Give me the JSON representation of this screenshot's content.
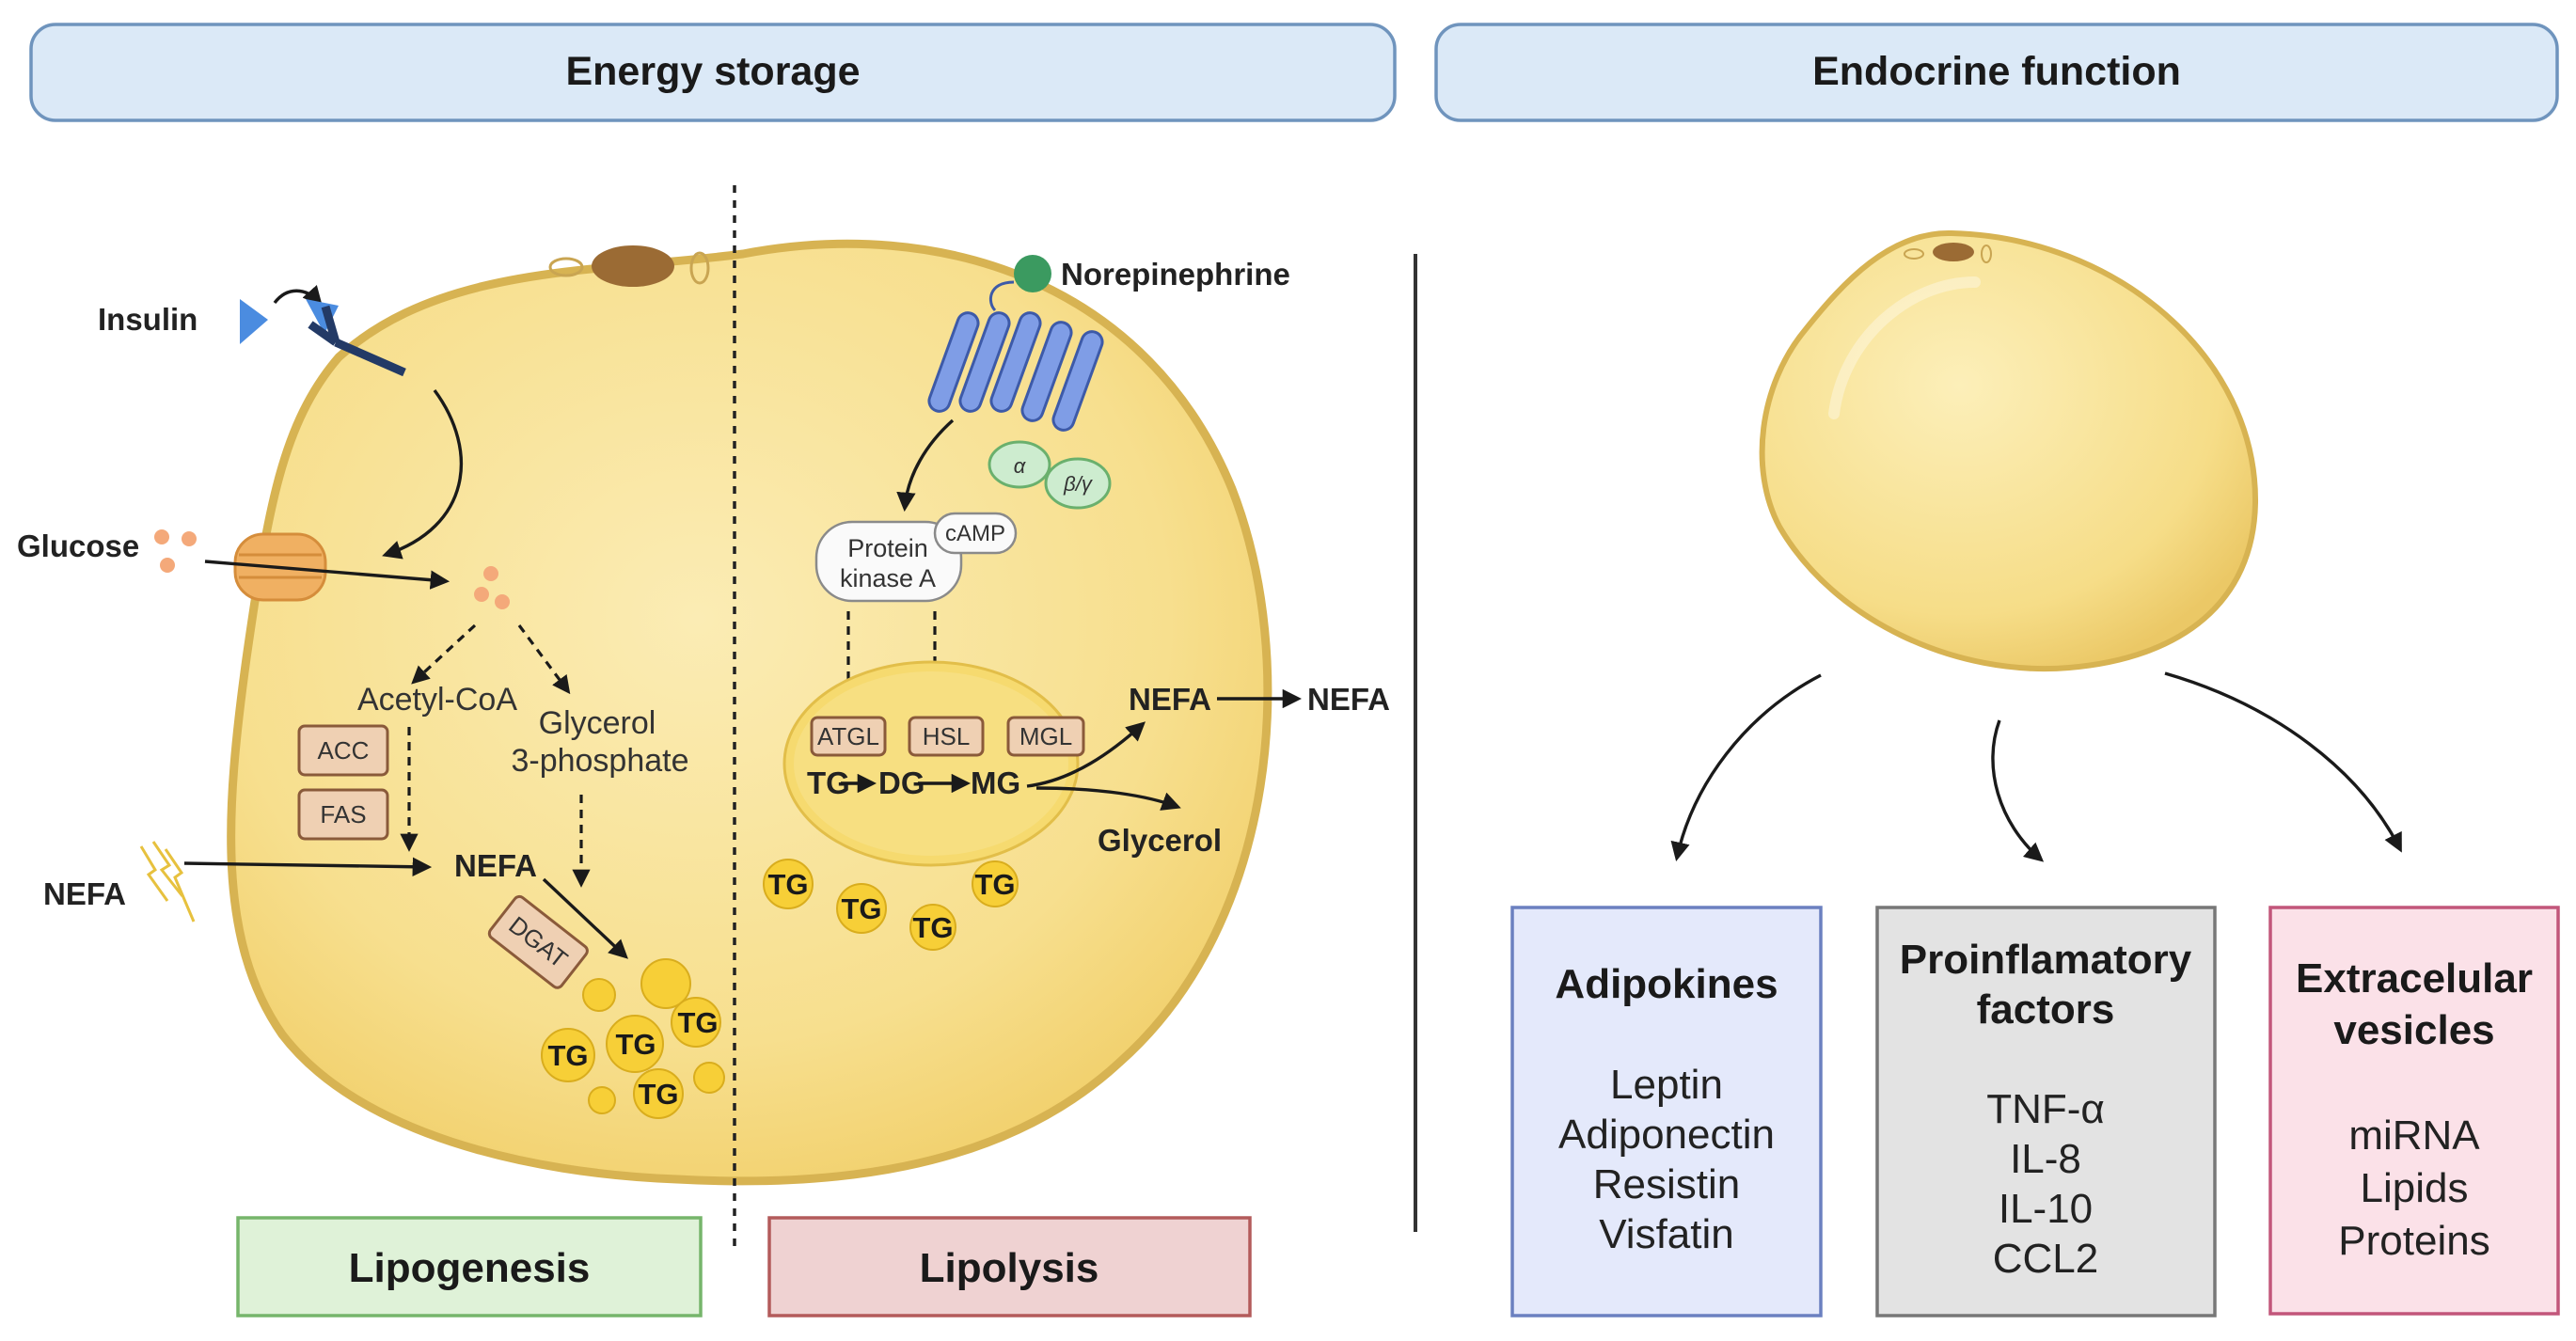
{
  "headers": {
    "energy_storage": "Energy storage",
    "endocrine_function": "Endocrine function"
  },
  "lipogenesis": {
    "insulin": "Insulin",
    "glucose": "Glucose",
    "acetyl_coa": "Acetyl-CoA",
    "glycerol_line1": "Glycerol",
    "glycerol_line2": "3-phosphate",
    "acc": "ACC",
    "fas": "FAS",
    "nefa_in": "NEFA",
    "nefa_mid": "NEFA",
    "dgat": "DGAT",
    "tg": "TG",
    "label": "Lipogenesis"
  },
  "lipolysis": {
    "norepinephrine": "Norepinephrine",
    "alpha": "α",
    "beta_gamma": "β/γ",
    "pka_line1": "Protein",
    "pka_line2": "kinase A",
    "camp": "cAMP",
    "atgl": "ATGL",
    "hsl": "HSL",
    "mgl": "MGL",
    "tg": "TG",
    "dg": "DG",
    "mg": "MG",
    "nefa": "NEFA",
    "nefa_out": "NEFA",
    "glycerol": "Glycerol",
    "label": "Lipolysis"
  },
  "endocrine": {
    "adipokines": {
      "title": "Adipokines",
      "items": [
        "Leptin",
        "Adiponectin",
        "Resistin",
        "Visfatin"
      ]
    },
    "proinflammatory": {
      "title_line1": "Proinflamatory",
      "title_line2": "factors",
      "items": [
        "TNF-α",
        "IL-8",
        "IL-10",
        "CCL2"
      ]
    },
    "vesicles": {
      "title_line1": "Extracelular",
      "title_line2": "vesicles",
      "items": [
        "miRNA",
        "Lipids",
        "Proteins"
      ]
    }
  },
  "colors": {
    "header_fill": "#dbe9f7",
    "cell_fill": "#f5db86",
    "lipogenesis_fill": "#dff2d8",
    "lipolysis_fill": "#efd2d2",
    "adipokines_fill": "#e4e9fb",
    "proinflammatory_fill": "#e3e3e3",
    "vesicles_fill": "#fbe1e8"
  }
}
